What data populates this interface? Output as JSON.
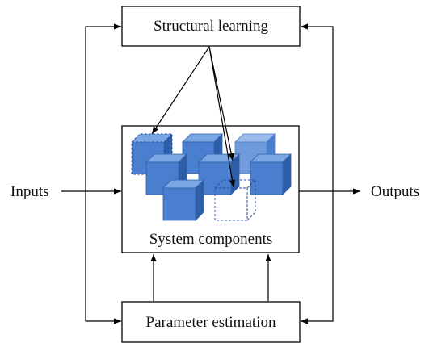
{
  "boxes": {
    "structural_learning": "Structural learning",
    "system_components": "System components",
    "parameter_estimation": "Parameter estimation"
  },
  "io": {
    "inputs": "Inputs",
    "outputs": "Outputs"
  },
  "colors": {
    "cube_front": "#4a7fcf",
    "cube_top": "#7aa6e3",
    "cube_side": "#2f5ea8",
    "cube_light_front": "#6f9bdc",
    "cube_light_top": "#9cbdeb",
    "dashed_outline": "#2a4fa0",
    "line": "#000000"
  }
}
